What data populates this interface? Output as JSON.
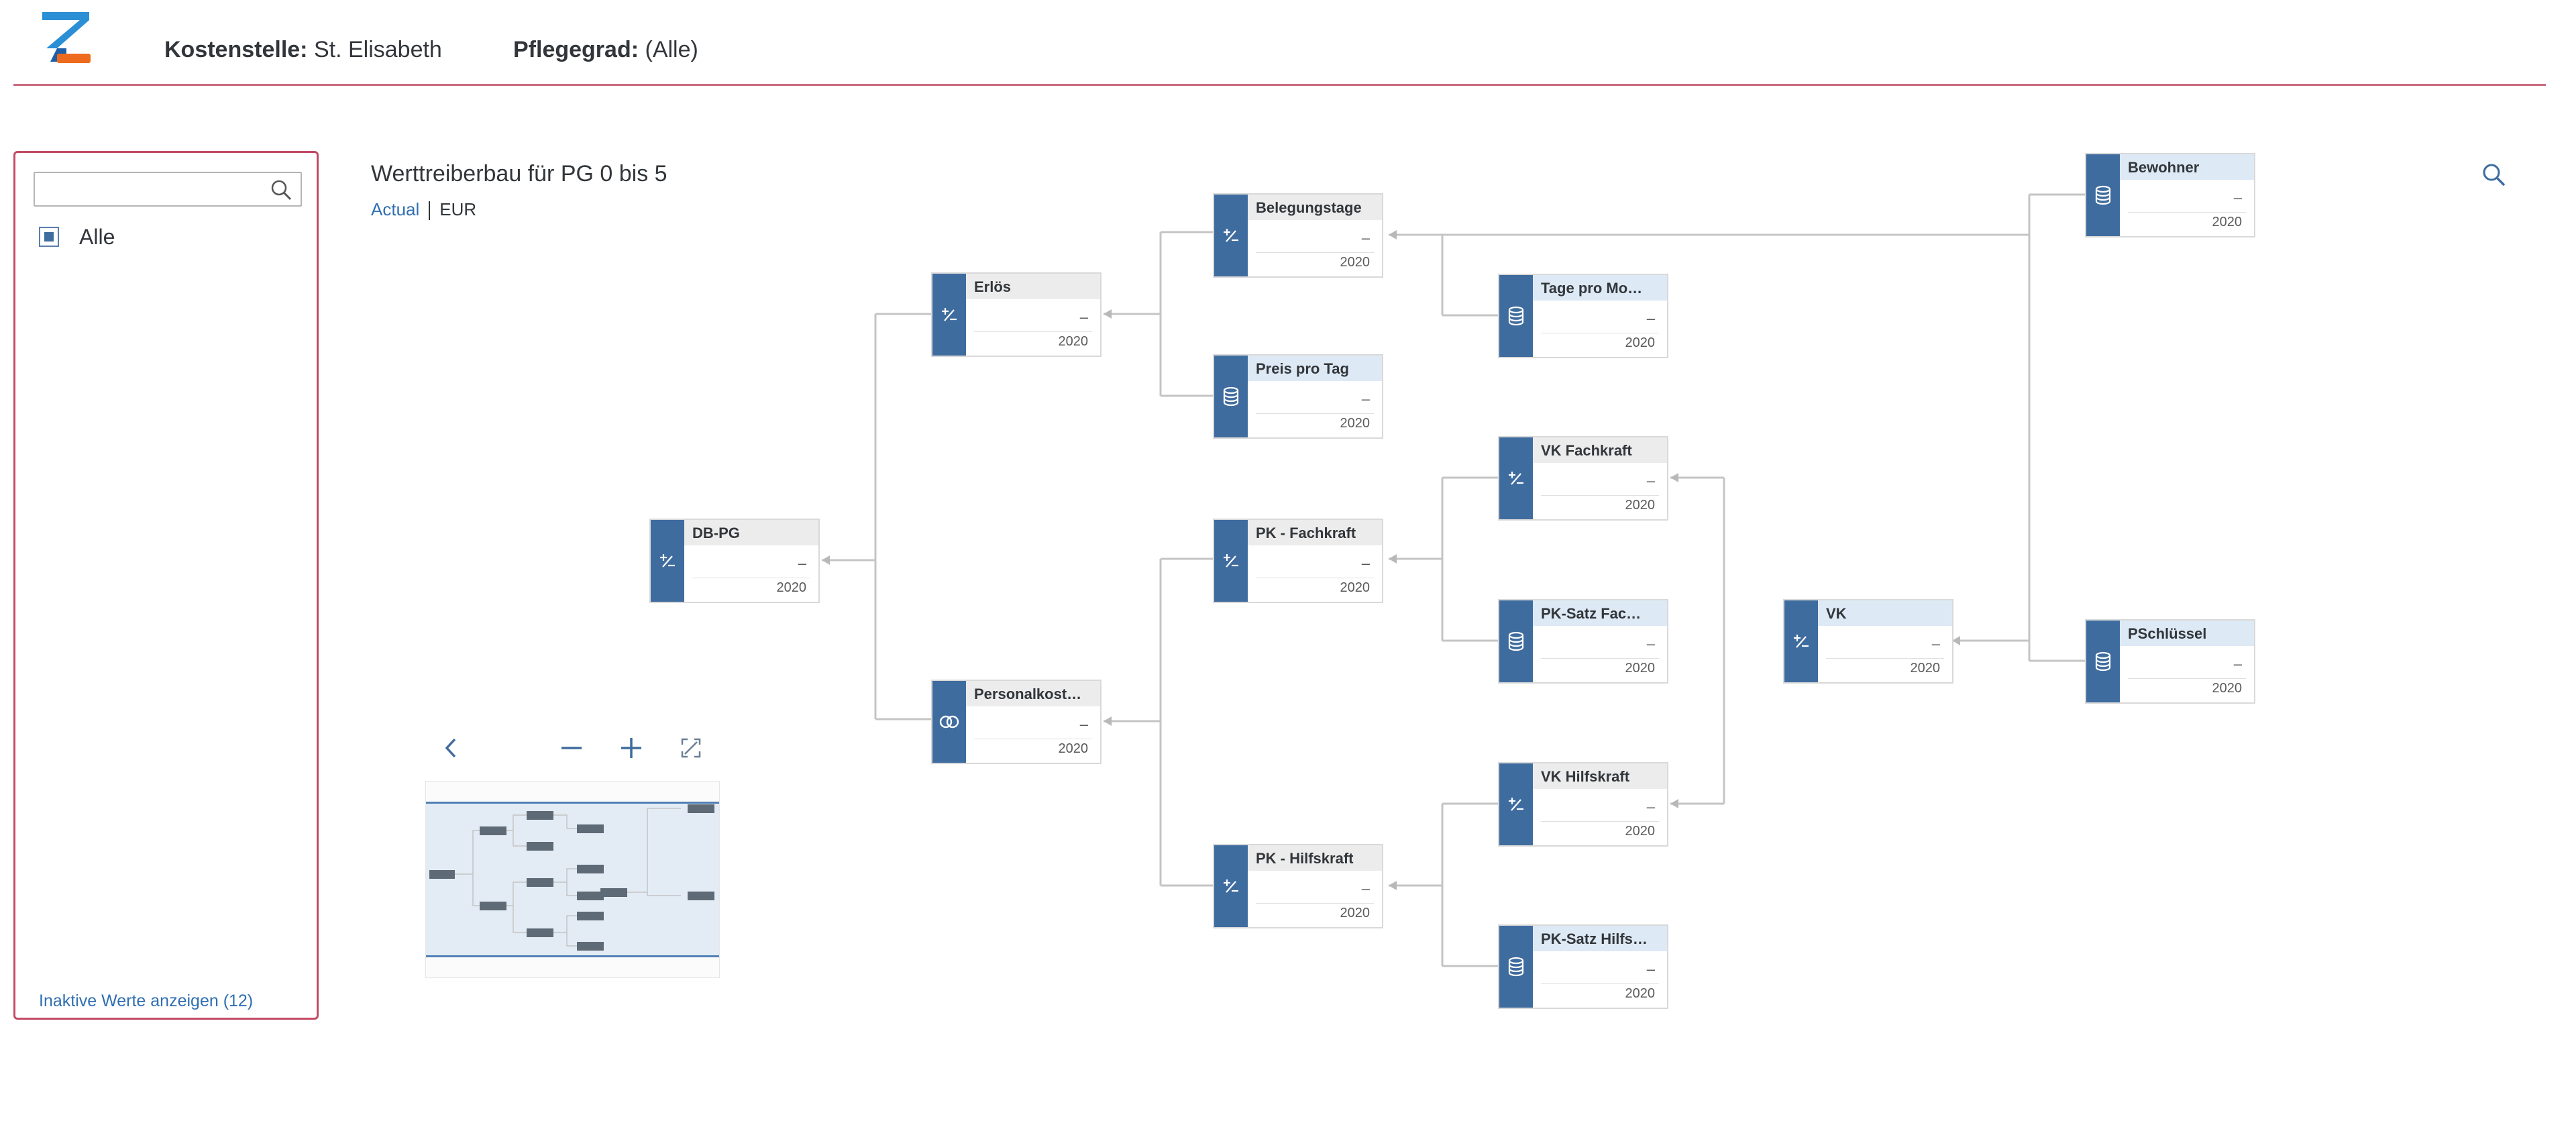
{
  "header": {
    "logo_icon": "z-logo-icon",
    "cost_center_label": "Kostenstelle:",
    "cost_center_value": "St. Elisabeth",
    "care_level_label": "Pflegegrad:",
    "care_level_value": "(Alle)"
  },
  "filter_panel": {
    "search_placeholder": "",
    "search_icon": "search-icon",
    "all_label": "Alle",
    "all_checked": true,
    "inactive_link": "Inaktive Werte anzeigen (12)"
  },
  "chart": {
    "title": "Werttreiberbau für PG 0 bis 5",
    "version": "Actual",
    "currency": "EUR"
  },
  "nodes": [
    {
      "id": "db_pg",
      "label": "DB-PG",
      "value": "–",
      "year": "2020",
      "icon": "plus-minus-icon"
    },
    {
      "id": "erloes",
      "label": "Erlös",
      "value": "–",
      "year": "2020",
      "icon": "plus-minus-icon"
    },
    {
      "id": "personalkosten",
      "label": "Personalkost…",
      "value": "–",
      "year": "2020",
      "icon": "rings-icon"
    },
    {
      "id": "belegungstage",
      "label": "Belegungstage",
      "value": "–",
      "year": "2020",
      "icon": "plus-minus-icon"
    },
    {
      "id": "preis_pro_tag",
      "label": "Preis pro Tag",
      "value": "–",
      "year": "2020",
      "icon": "database-icon"
    },
    {
      "id": "pk_fachkraft",
      "label": "PK - Fachkraft",
      "value": "–",
      "year": "2020",
      "icon": "plus-minus-icon"
    },
    {
      "id": "pk_hilfskraft",
      "label": "PK - Hilfskraft",
      "value": "–",
      "year": "2020",
      "icon": "plus-minus-icon"
    },
    {
      "id": "tage_pro_monat",
      "label": "Tage pro Mo…",
      "value": "–",
      "year": "2020",
      "icon": "database-icon"
    },
    {
      "id": "vk_fachkraft",
      "label": "VK Fachkraft",
      "value": "–",
      "year": "2020",
      "icon": "plus-minus-icon"
    },
    {
      "id": "pk_satz_fach",
      "label": "PK-Satz Fac…",
      "value": "–",
      "year": "2020",
      "icon": "database-icon"
    },
    {
      "id": "vk_hilfskraft",
      "label": "VK Hilfskraft",
      "value": "–",
      "year": "2020",
      "icon": "plus-minus-icon"
    },
    {
      "id": "pk_satz_hilf",
      "label": "PK-Satz Hilfs…",
      "value": "–",
      "year": "2020",
      "icon": "database-icon"
    },
    {
      "id": "vk",
      "label": "VK",
      "value": "–",
      "year": "2020",
      "icon": "plus-minus-icon"
    },
    {
      "id": "bewohner",
      "label": "Bewohner",
      "value": "–",
      "year": "2020",
      "icon": "database-icon"
    },
    {
      "id": "pschluessel",
      "label": "PSchlüssel",
      "value": "–",
      "year": "2020",
      "icon": "database-icon"
    }
  ],
  "navigator": {
    "back_icon": "chevron-left-icon",
    "zoom_out_icon": "minus-icon",
    "zoom_in_icon": "plus-icon",
    "fit_icon": "fit-to-screen-icon"
  },
  "colors": {
    "accent": "#3f6c9f",
    "panel_border": "#c34a64",
    "header_line": "#c96b7f",
    "link": "#2f6fb1"
  }
}
